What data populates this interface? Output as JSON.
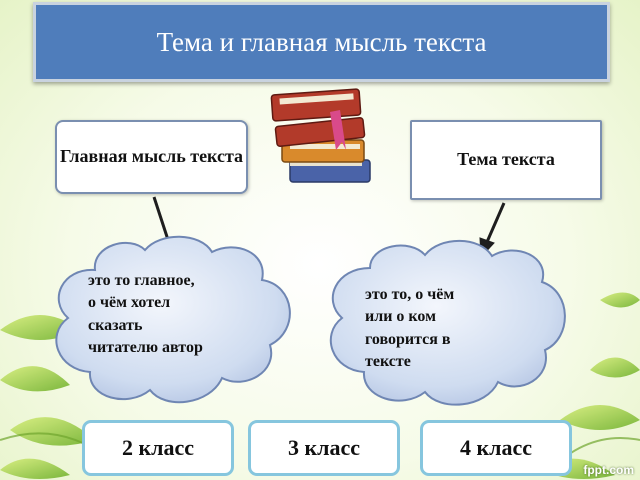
{
  "title": "Тема и главная мысль текста",
  "boxes": {
    "main_idea": "Главная мысль текста",
    "topic": "Тема текста"
  },
  "clouds": {
    "main_idea_definition": [
      "это то главное,",
      "о чём хотел",
      "сказать",
      "читателю автор"
    ],
    "topic_definition": [
      "это то, о чём",
      "или о ком",
      "говорится в",
      "тексте"
    ]
  },
  "grades": [
    "2 класс",
    "3 класс",
    "4 класс"
  ],
  "watermark": "fppt.com",
  "icons": [
    "stack-of-books-icon"
  ],
  "colors": {
    "title_bg": "#4f7dbb",
    "cloud_fill": "#cfdcf0",
    "cloud_stroke": "#6f86b3",
    "grade_border": "#86c6de",
    "leaf_green": "#8cc63f"
  }
}
